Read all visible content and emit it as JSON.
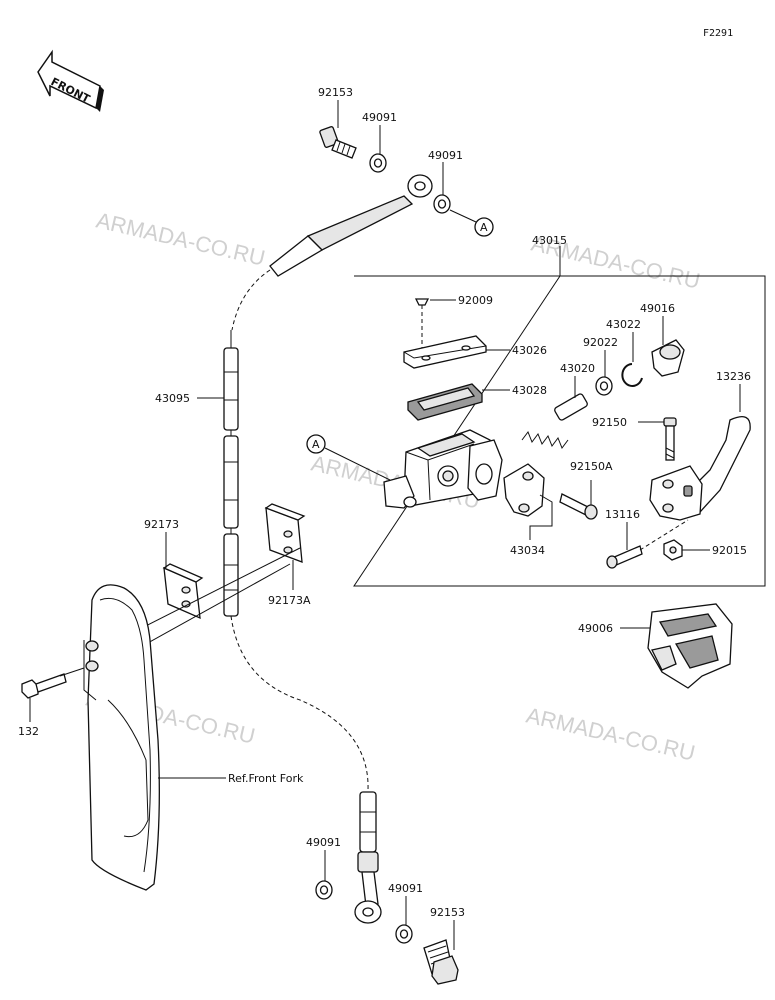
{
  "figure_code": "F2291",
  "front_label": "FRONT",
  "reference_label": "Ref.Front Fork",
  "ref_marker": "A",
  "assembly": {
    "label": "43015"
  },
  "watermark": "ARMADA-CO.RU",
  "labels": {
    "p92153_top": "92153",
    "p49091_a": "49091",
    "p49091_b": "49091",
    "p43095": "43095",
    "p92009": "92009",
    "p43026": "43026",
    "p43028": "43028",
    "p43020": "43020",
    "p92022": "92022",
    "p43022": "43022",
    "p49016": "49016",
    "p13236": "13236",
    "p92150": "92150",
    "p92150A": "92150A",
    "p43034": "43034",
    "p13116": "13116",
    "p92015": "92015",
    "p49006": "49006",
    "p92173": "92173",
    "p92173A": "92173A",
    "p132": "132",
    "p49091_c": "49091",
    "p49091_d": "49091",
    "p92153_bottom": "92153"
  }
}
